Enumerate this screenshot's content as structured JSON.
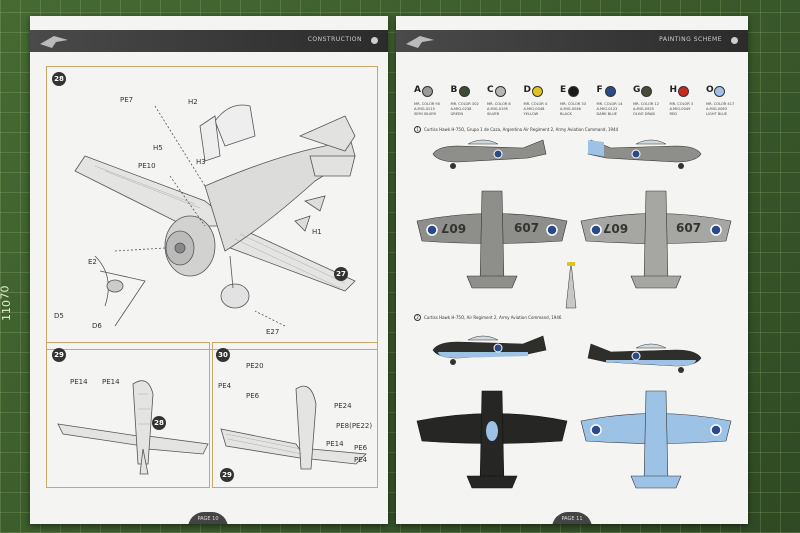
{
  "ruler": {
    "labels": [
      "70",
      "110"
    ]
  },
  "left_page": {
    "header_title": "CONSTRUCTION",
    "page_number": "PAGE 10",
    "steps": [
      "28",
      "29",
      "30"
    ],
    "part_callouts_top": [
      "PE7",
      "H2",
      "H5",
      "PE10",
      "H3",
      "H1",
      "E2",
      "D5",
      "D6",
      "E27",
      "27"
    ],
    "part_callouts_step29": [
      "PE14",
      "PE14",
      "28"
    ],
    "part_callouts_step30": [
      "PE20",
      "PE4",
      "PE6",
      "PE24",
      "PE8(PE22)",
      "PE14",
      "PE6",
      "PE4",
      "29"
    ]
  },
  "right_page": {
    "header_title": "PAINTING SCHEME",
    "page_number": "PAGE 11",
    "swatches": [
      {
        "letter": "A",
        "color": "#9a9a9a",
        "line1": "MR. COLOR 90",
        "line2": "A.MIG-0215",
        "line3": "SEMI SILVER"
      },
      {
        "letter": "B",
        "color": "#3f4a36",
        "line1": "MR. COLOR 302",
        "line2": "A.MIG-0238",
        "line3": "GREEN"
      },
      {
        "letter": "C",
        "color": "#b6b6b6",
        "line1": "MR. COLOR 8",
        "line2": "A.MIG-0195",
        "line3": "SILVER"
      },
      {
        "letter": "D",
        "color": "#e2c21c",
        "line1": "MR. COLOR 4",
        "line2": "A.MIG-0048",
        "line3": "YELLOW"
      },
      {
        "letter": "E",
        "color": "#1a1a1a",
        "line1": "MR. COLOR 33",
        "line2": "A.MIG-0046",
        "line3": "BLACK"
      },
      {
        "letter": "F",
        "color": "#2a4a8a",
        "line1": "MR. COLOR 14",
        "line2": "A.MIG-0123",
        "line3": "DARK BLUE"
      },
      {
        "letter": "G",
        "color": "#4a4a3a",
        "line1": "MR. COLOR 12",
        "line2": "A.MIG-0925",
        "line3": "OLIVE DRAB"
      },
      {
        "letter": "H",
        "color": "#c8281e",
        "line1": "MR. COLOR 3",
        "line2": "A.MIG-0049",
        "line3": "RED"
      },
      {
        "letter": "O",
        "color": "#9cc3e6",
        "line1": "MR. COLOR 417",
        "line2": "A.MIG-0063",
        "line3": "LIGHT BLUE"
      }
    ],
    "scheme1_caption": "Curtiss Hawk H-75O, Grupo 1 de Caza, Argentina Air Regiment 2, Army Aviation Command, 1944",
    "scheme2_caption": "Curtiss Hawk H-75O, Air Regiment 2, Army Aviation Command, 1946",
    "scheme_numbers": [
      "1",
      "2"
    ],
    "serials": [
      "607",
      "607",
      "607",
      "607"
    ]
  }
}
